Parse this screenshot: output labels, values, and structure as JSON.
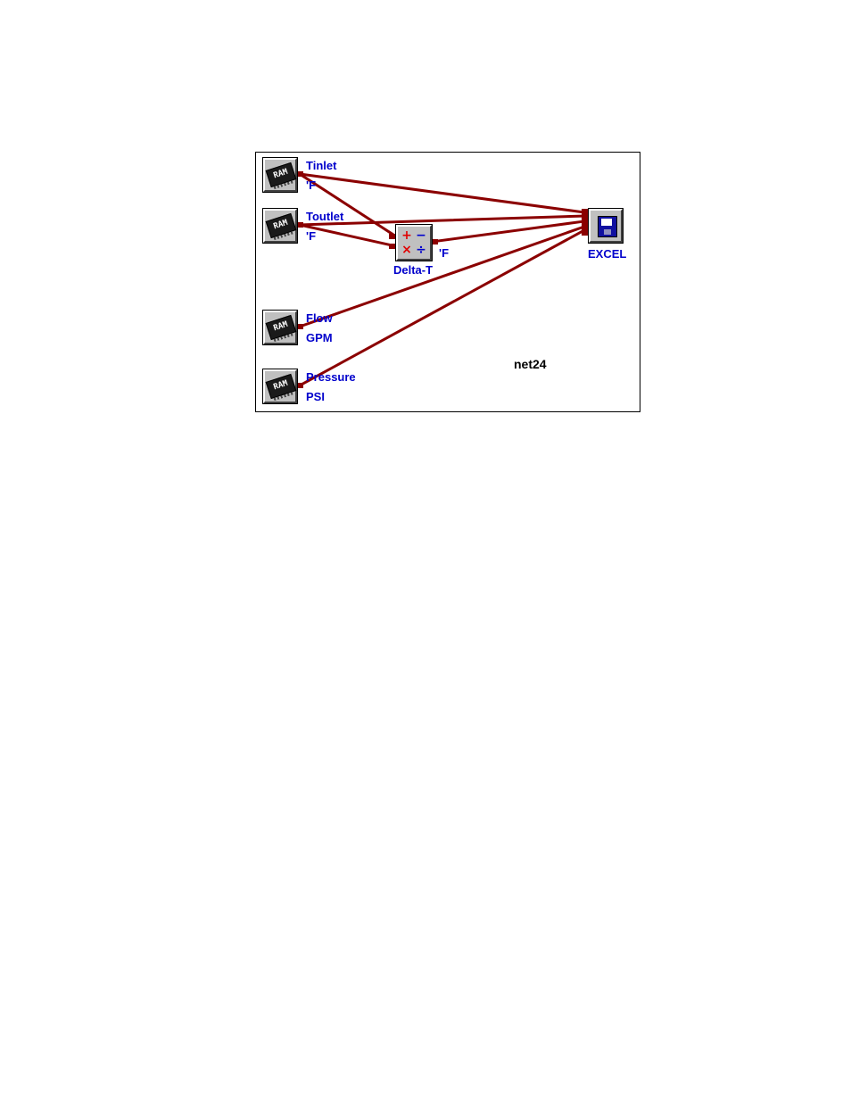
{
  "diagram": {
    "net_name": "net24",
    "nodes": {
      "tinlet": {
        "name": "Tinlet",
        "unit": "'F",
        "icon": "ram-icon",
        "chip_text": "RAM"
      },
      "toutlet": {
        "name": "Toutlet",
        "unit": "'F",
        "icon": "ram-icon",
        "chip_text": "RAM"
      },
      "flow": {
        "name": "Flow",
        "unit": "GPM",
        "icon": "ram-icon",
        "chip_text": "RAM"
      },
      "pressure": {
        "name": "Pressure",
        "unit": "PSI",
        "icon": "ram-icon",
        "chip_text": "RAM"
      },
      "delta_t": {
        "name": "Delta-T",
        "unit": "'F",
        "icon": "calculator-icon",
        "glyphs": [
          "+",
          "−",
          "×",
          "÷"
        ]
      },
      "excel": {
        "name": "EXCEL",
        "icon": "floppy-disk-icon"
      }
    },
    "connections": [
      {
        "from": "Tinlet",
        "to": "EXCEL"
      },
      {
        "from": "Tinlet",
        "to": "Delta-T"
      },
      {
        "from": "Toutlet",
        "to": "EXCEL"
      },
      {
        "from": "Toutlet",
        "to": "Delta-T"
      },
      {
        "from": "Delta-T",
        "to": "EXCEL"
      },
      {
        "from": "Flow",
        "to": "EXCEL"
      },
      {
        "from": "Pressure",
        "to": "EXCEL"
      }
    ],
    "colors": {
      "wire": "#8b0000",
      "label": "#0000cc",
      "icon_face": "#c0c0c0"
    }
  }
}
